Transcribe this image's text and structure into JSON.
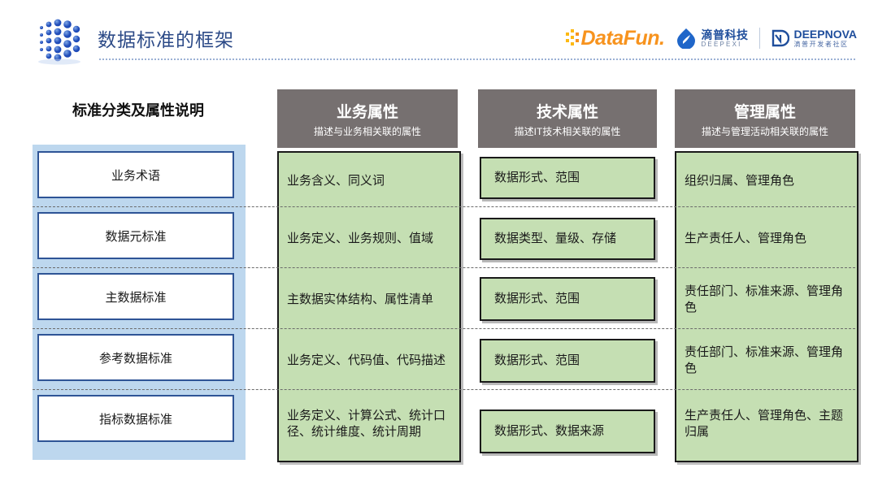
{
  "header": {
    "title": "数据标准的框架",
    "logo_icon": "blue-cube-logo",
    "brands": {
      "datafun": "DataFun.",
      "deepexi_cn": "滴普科技",
      "deepexi_en": "DEEPEXI",
      "deepnova_en": "DEEPNOVA",
      "deepnova_cn": "滴普开发者社区"
    }
  },
  "left": {
    "heading": "标准分类及属性说明",
    "items": [
      {
        "label": "业务术语"
      },
      {
        "label": "数据元标准"
      },
      {
        "label": "主数据标准"
      },
      {
        "label": "参考数据标准"
      },
      {
        "label": "指标数据标准"
      }
    ]
  },
  "columns": [
    {
      "key": "business",
      "title": "业务属性",
      "subtitle": "描述与业务相关联的属性",
      "boxed": false,
      "cells": [
        "业务含义、同义词",
        "业务定义、业务规则、值域",
        "主数据实体结构、属性清单",
        "业务定义、代码值、代码描述",
        "业务定义、计算公式、统计口径、统计维度、统计周期"
      ]
    },
    {
      "key": "technical",
      "title": "技术属性",
      "subtitle": "描述IT技术相关联的属性",
      "boxed": true,
      "cells": [
        "数据形式、范围",
        "数据类型、量级、存储",
        "数据形式、范围",
        "数据形式、范围",
        "数据形式、数据来源"
      ]
    },
    {
      "key": "management",
      "title": "管理属性",
      "subtitle": "描述与管理活动相关联的属性",
      "boxed": false,
      "cells": [
        "组织归属、管理角色",
        "生产责任人、管理角色",
        "责任部门、标准来源、管理角色",
        "责任部门、标准来源、管理角色",
        "生产责任人、管理角色、主题归属"
      ]
    }
  ],
  "colors": {
    "title_blue": "#2c4a87",
    "header_gray": "#767070",
    "green_fill": "#c5dfb3",
    "left_panel_blue": "#bdd7ee",
    "left_item_border": "#2e5496"
  }
}
